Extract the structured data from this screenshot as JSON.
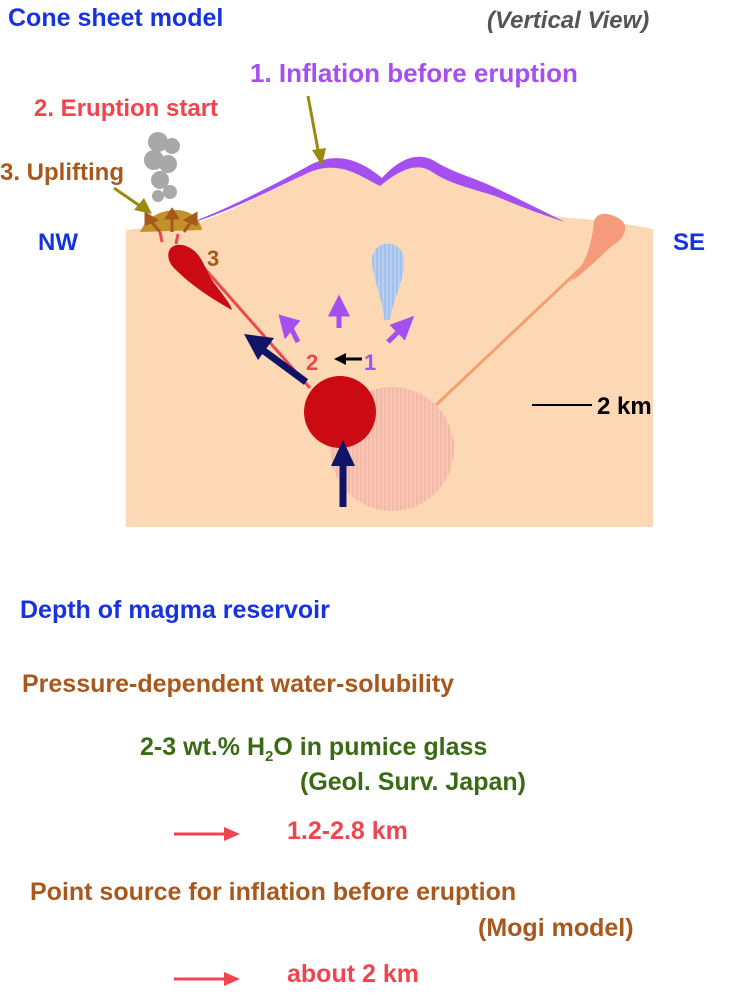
{
  "header": {
    "title": "Cone sheet model",
    "view": "(Vertical View)"
  },
  "diagram": {
    "label_inflation": "1. Inflation before eruption",
    "label_eruption": "2. Eruption start",
    "label_uplifting": "3. Uplifting",
    "side_left": "NW",
    "side_right": "SE",
    "marker_1": "1",
    "marker_2": "2",
    "marker_3": "3",
    "scale_label": "2 km",
    "colors": {
      "crust": "#fcd9b4",
      "inflation": "#a54ff0",
      "eruption": "#f0454f",
      "uplifting": "#a8581c",
      "magma": "#cc0a14",
      "arrow": "#0f1466",
      "water": "#a7c6ee",
      "old_reservoir": "#f6b9a8",
      "old_dike": "#f59a7a"
    }
  },
  "notes": {
    "depth_heading": "Depth of magma reservoir",
    "solubility_heading": "Pressure-dependent water-solubility",
    "h2o_line": "2-3 wt.% H",
    "h2o_sub": "2",
    "h2o_rest": "O in pumice glass",
    "source": "(Geol. Surv. Japan)",
    "result_1": "1.2-2.8 km",
    "point_source": "Point source  for inflation before eruption",
    "mogi": "(Mogi model)",
    "result_2": "about 2 km"
  }
}
